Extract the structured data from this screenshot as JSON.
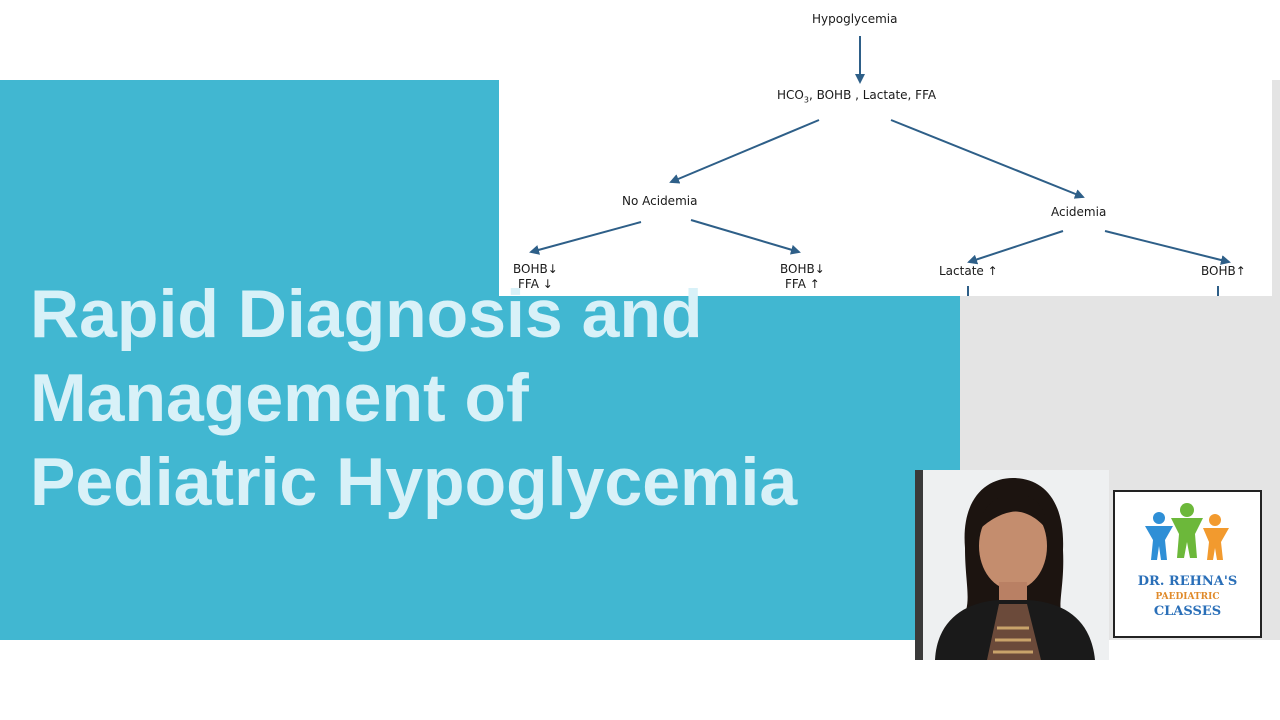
{
  "slide": {
    "title_lines": [
      "Rapid Diagnosis and",
      "Management of",
      "Pediatric Hypoglycemia"
    ]
  },
  "flowchart": {
    "root": "Hypoglycemia",
    "tests": {
      "prefix": "HCO",
      "sub": "3",
      "rest": ", BOHB , Lactate, FFA"
    },
    "left": "No Acidemia",
    "right": "Acidemia",
    "leaf1": [
      "BOHB↓",
      "FFA ↓"
    ],
    "leaf2": [
      "BOHB↓",
      "FFA ↑"
    ],
    "leaf3": "Lactate ↑",
    "leaf4": "BOHB↑"
  },
  "logo": {
    "line1": "DR. REHNA'S",
    "line2": "PAEDIATRIC",
    "line3": "CLASSES",
    "colors": {
      "blue": "#2f8fd6",
      "green": "#6cb83a",
      "orange": "#f29a2e",
      "text": "#2a6fb8"
    }
  },
  "colors": {
    "panel_blue": "#41b7d1",
    "panel_grey": "#e4e4e4",
    "title": "#d8f1f8",
    "arrow": "#2e5f88"
  }
}
